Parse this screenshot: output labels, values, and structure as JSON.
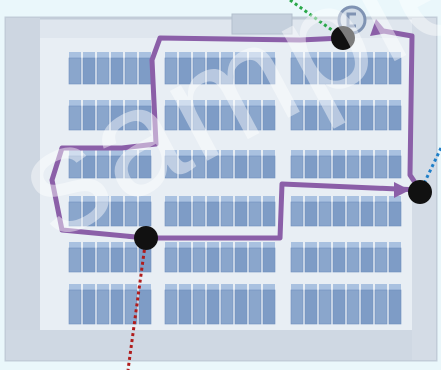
{
  "watermark": {
    "text": "sample"
  },
  "colors": {
    "background": "#eaf7fb",
    "floor": "#dfe6ee",
    "wall": "#c9d3de",
    "shelf_front": "#8aa6cc",
    "shelf_top": "#a9c1e0",
    "shelf_dark": "#6f8fbd",
    "route": "#8b5fa8",
    "checkpoint": "#111111",
    "leader_green": "#2aa84a",
    "leader_blue": "#1f7fc8",
    "leader_red": "#b01c1c",
    "entrance": "#7f93b3"
  },
  "icons": {
    "entrance": "entrance-door-icon",
    "arrow_top": "arrowhead-icon",
    "arrow_right": "arrowhead-icon"
  },
  "route": {
    "checkpoint_count": 3,
    "leader_line_colors": [
      "green",
      "blue",
      "red"
    ]
  }
}
